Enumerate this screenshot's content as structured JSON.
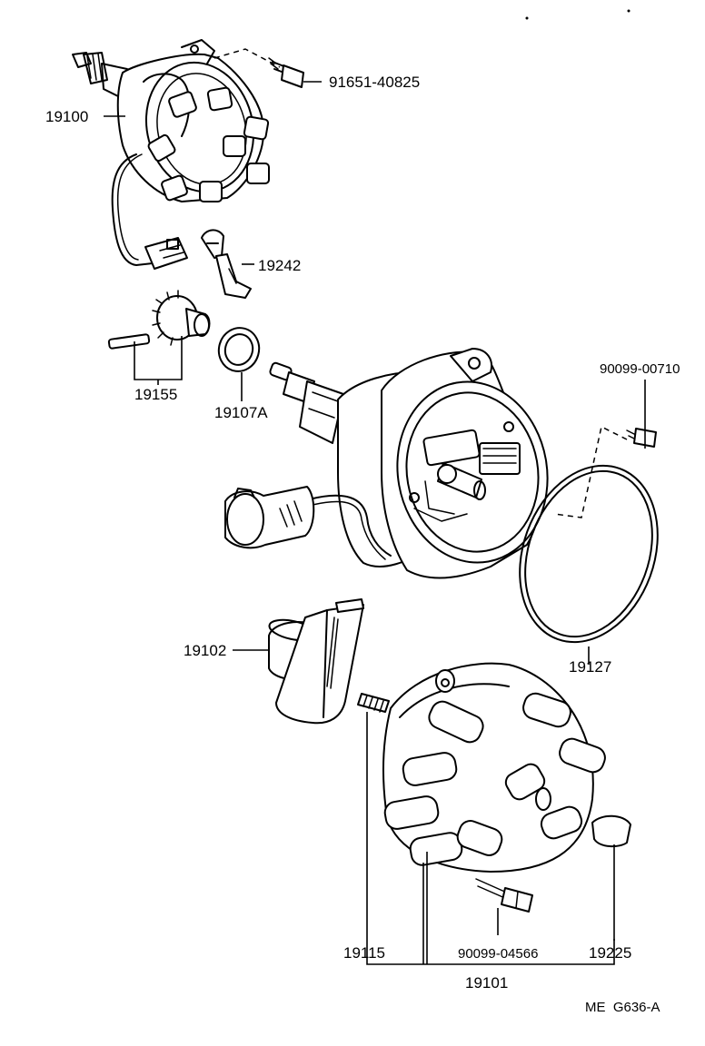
{
  "parts": {
    "distributor_assy": "19100",
    "bolt_top": "91651-40825",
    "bracket": "19242",
    "gear_and_pin": "19155",
    "o_ring": "19107A",
    "screw_right": "90099-00710",
    "cap_gasket": "19127",
    "rotor": "19102",
    "spring": "19115",
    "screw_bottom": "90099-04566",
    "boot": "19225",
    "cap_assy": "19101"
  },
  "reference_code": "ME  G636-A"
}
